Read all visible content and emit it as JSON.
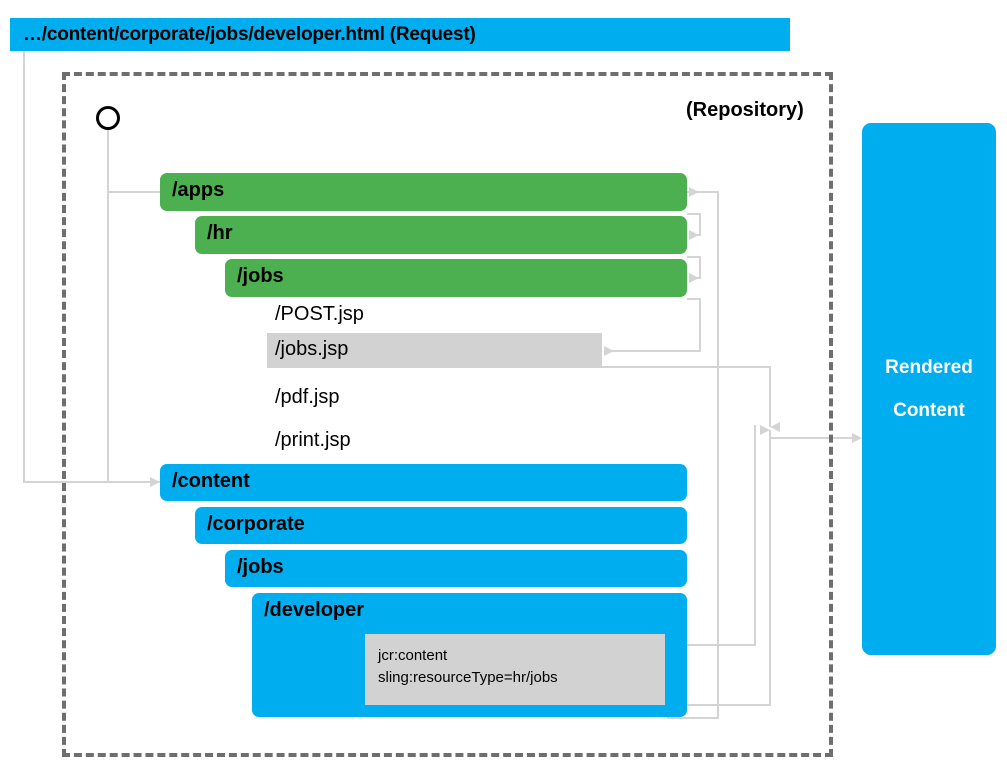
{
  "request": {
    "label": "…/content/corporate/jobs/developer.html (Request)"
  },
  "repository": {
    "label": "(Repository)",
    "root_icon": "root-node-circle"
  },
  "apps_tree": {
    "nodes": [
      {
        "label": "/apps",
        "kind": "folder",
        "color": "#4CAF50"
      },
      {
        "label": "/hr",
        "kind": "folder",
        "color": "#4CAF50"
      },
      {
        "label": "/jobs",
        "kind": "folder",
        "color": "#4CAF50"
      }
    ],
    "scripts": [
      {
        "label": "/POST.jsp",
        "highlighted": false
      },
      {
        "label": "/jobs.jsp",
        "highlighted": true
      },
      {
        "label": "/pdf.jsp",
        "highlighted": false
      },
      {
        "label": "/print.jsp",
        "highlighted": false
      }
    ]
  },
  "content_tree": {
    "nodes": [
      {
        "label": "/content",
        "color": "#00AEEF"
      },
      {
        "label": "/corporate",
        "color": "#00AEEF"
      },
      {
        "label": "/jobs",
        "color": "#00AEEF"
      },
      {
        "label": "/developer",
        "color": "#00AEEF"
      }
    ],
    "properties": {
      "name": "jcr:content",
      "resource_type": "sling:resourceType=hr/jobs"
    }
  },
  "output": {
    "line1": "Rendered",
    "line2": "Content"
  },
  "colors": {
    "green": "#4CAF50",
    "blue": "#00AEEF",
    "gray_highlight": "#D2D2D2",
    "connector": "#D4D4D4",
    "frame": "#6E6E6E"
  }
}
